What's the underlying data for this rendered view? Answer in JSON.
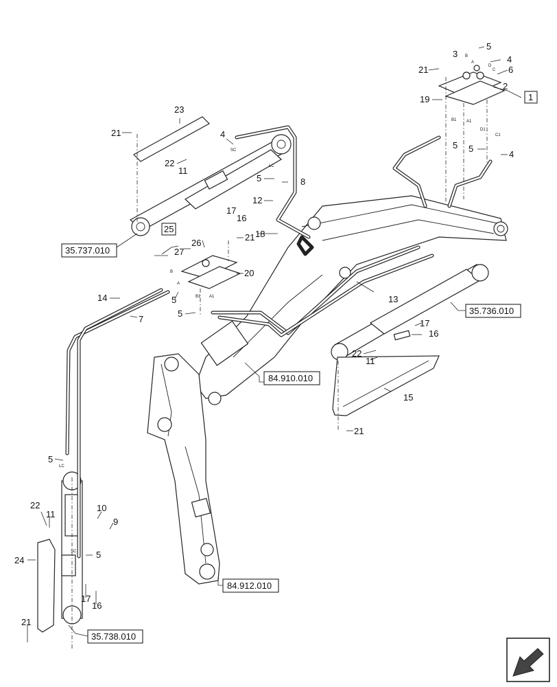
{
  "callouts": {
    "c1": "1",
    "c2": "2",
    "c3": "3",
    "c4": "4",
    "c5": "5",
    "c6": "6",
    "c7": "7",
    "c8": "8",
    "c9": "9",
    "c10": "10",
    "c11": "11",
    "c12": "12",
    "c13": "13",
    "c14": "14",
    "c15": "15",
    "c16": "16",
    "c17": "17",
    "c18": "18",
    "c19": "19",
    "c20": "20",
    "c21": "21",
    "c22": "22",
    "c23": "23",
    "c24": "24",
    "c25": "25",
    "c26": "26",
    "c27": "27"
  },
  "references": {
    "ref_a": "35.737.010",
    "ref_b": "35.736.010",
    "ref_c": "84.910.010",
    "ref_d": "84.912.010",
    "ref_e": "35.738.010"
  },
  "port_marks": {
    "a": "A",
    "b": "B",
    "c": "C",
    "d": "D",
    "a1": "A1",
    "b1": "B1",
    "c1": "C1",
    "d1": "D1",
    "sc": "SC",
    "lc": "LC"
  },
  "nav_icon": "arrow-navigation-icon"
}
